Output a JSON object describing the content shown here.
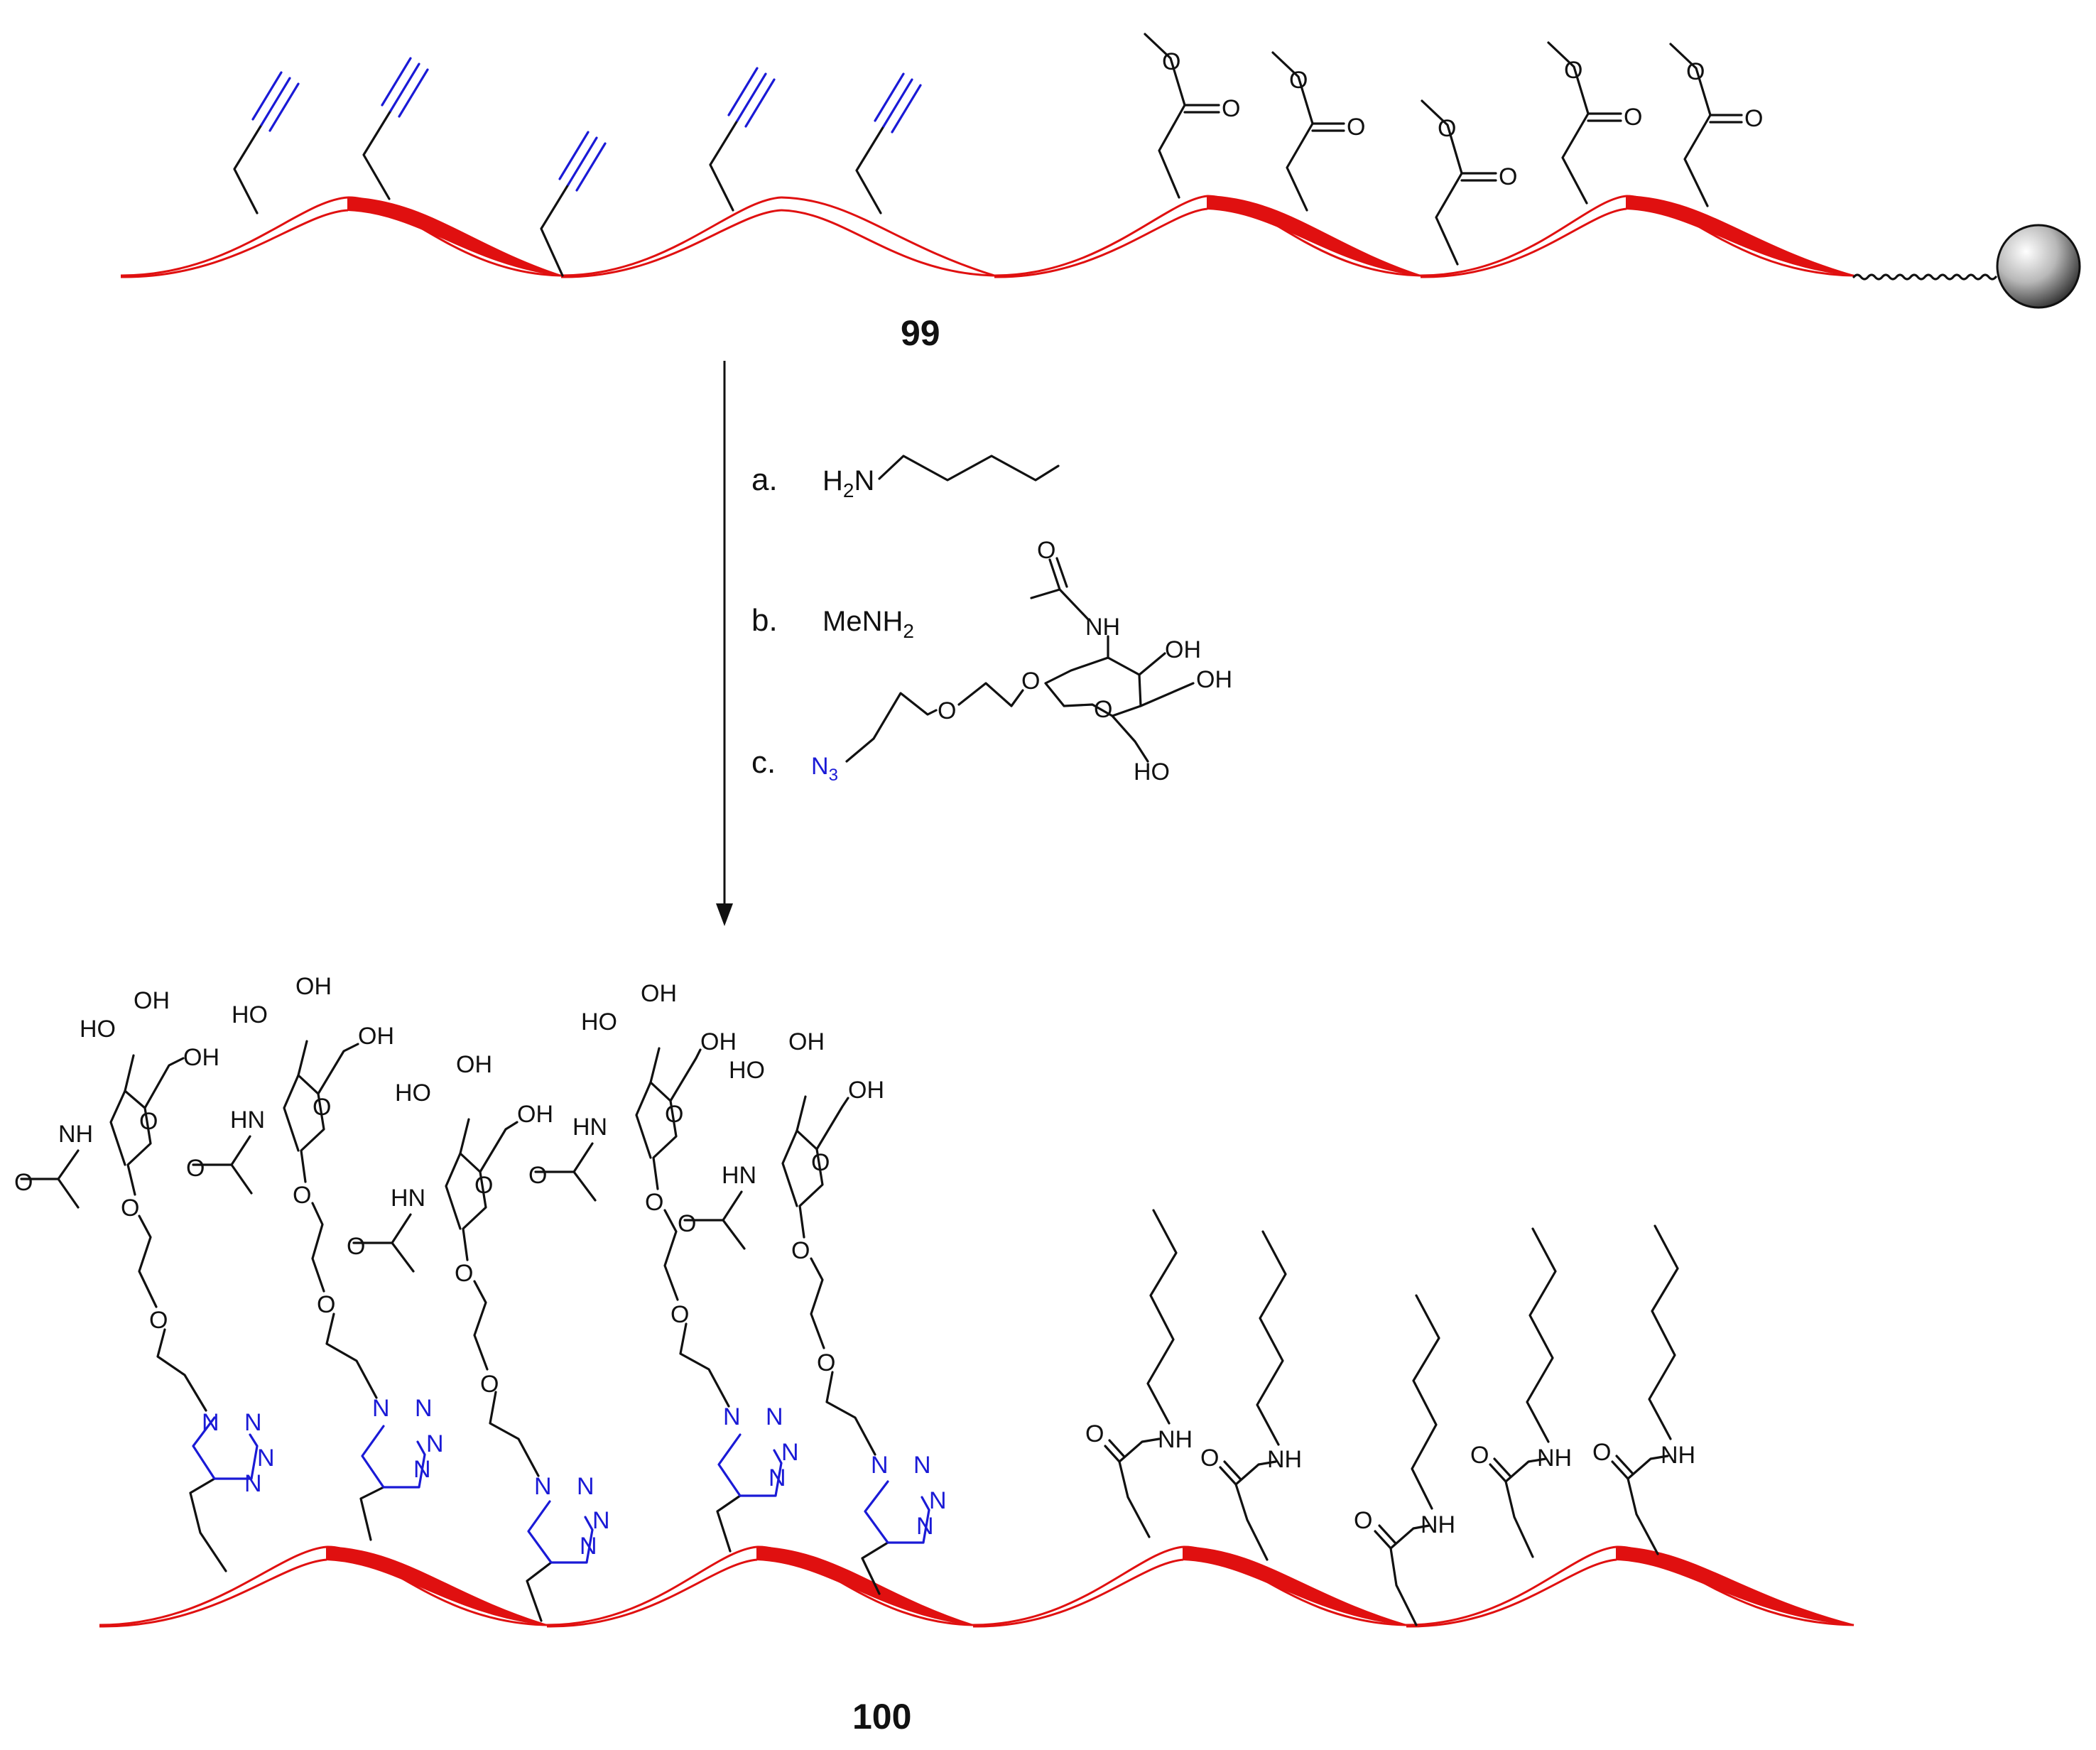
{
  "compounds": {
    "top": "99",
    "bottom": "100"
  },
  "steps": [
    {
      "label": "a.",
      "reagent": "H2N-pentyl"
    },
    {
      "label": "b.",
      "reagent": "MeNH2"
    },
    {
      "label": "c.",
      "reagent": "N3-linker-GlcNAc"
    }
  ],
  "atoms": {
    "h2n": "H",
    "h2n_sub": "2",
    "h2n_n": "N",
    "me": "MeNH",
    "me_sub": "2",
    "o": "O",
    "nh": "NH",
    "hn": "HN",
    "oh": "OH",
    "ho": "HO",
    "n": "N",
    "n3": "N",
    "n3_sub": "3"
  },
  "colors": {
    "helix": "#e01010",
    "alkyne": "#1a1ad6",
    "bond": "#111111",
    "bead": "#9a9a9a"
  }
}
